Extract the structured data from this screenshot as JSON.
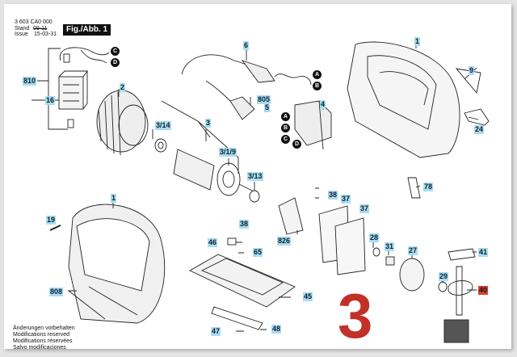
{
  "header": {
    "doc_number": "3 603 CA0 000",
    "stand_label": "Stand",
    "issue_label": "Issue",
    "stand_value": "09-11",
    "issue_value": "15-03-31",
    "figure_tag": "Fig./Abb. 1"
  },
  "notes": [
    "Änderungen vorbehalten",
    "Modifications reserved",
    "Modifications réservées",
    "Salvo modificaciones"
  ],
  "page_number": "3",
  "colors": {
    "label_bg": "#a9dcf0",
    "highlight_label_bg": "#d8412f",
    "page_number": "#c23128"
  },
  "part_labels": [
    {
      "id": "p810",
      "text": "810"
    },
    {
      "id": "p16",
      "text": "16"
    },
    {
      "id": "p2",
      "text": "2"
    },
    {
      "id": "p3_14",
      "text": "3/14"
    },
    {
      "id": "p6",
      "text": "6"
    },
    {
      "id": "p805",
      "text": "805"
    },
    {
      "id": "p5",
      "text": "5"
    },
    {
      "id": "p3",
      "text": "3"
    },
    {
      "id": "p3_1_9",
      "text": "3/1/9"
    },
    {
      "id": "p3_13",
      "text": "3/13"
    },
    {
      "id": "p4",
      "text": "4"
    },
    {
      "id": "p1_top",
      "text": "1"
    },
    {
      "id": "p9",
      "text": "9"
    },
    {
      "id": "p24",
      "text": "24"
    },
    {
      "id": "p78",
      "text": "78"
    },
    {
      "id": "p38_a",
      "text": "38"
    },
    {
      "id": "p37_a",
      "text": "37"
    },
    {
      "id": "p37_b",
      "text": "37"
    },
    {
      "id": "p826",
      "text": "826"
    },
    {
      "id": "p38_b",
      "text": "38"
    },
    {
      "id": "p1_bottom",
      "text": "1"
    },
    {
      "id": "p19",
      "text": "19"
    },
    {
      "id": "p808",
      "text": "808"
    },
    {
      "id": "p46",
      "text": "46"
    },
    {
      "id": "p65",
      "text": "65"
    },
    {
      "id": "p45",
      "text": "45"
    },
    {
      "id": "p47",
      "text": "47"
    },
    {
      "id": "p48",
      "text": "48"
    },
    {
      "id": "p28",
      "text": "28"
    },
    {
      "id": "p31",
      "text": "31"
    },
    {
      "id": "p27",
      "text": "27"
    },
    {
      "id": "p29",
      "text": "29"
    },
    {
      "id": "p41",
      "text": "41"
    },
    {
      "id": "p40",
      "text": "40",
      "highlighted": true
    }
  ],
  "connectors": [
    "A",
    "B",
    "C",
    "D"
  ]
}
